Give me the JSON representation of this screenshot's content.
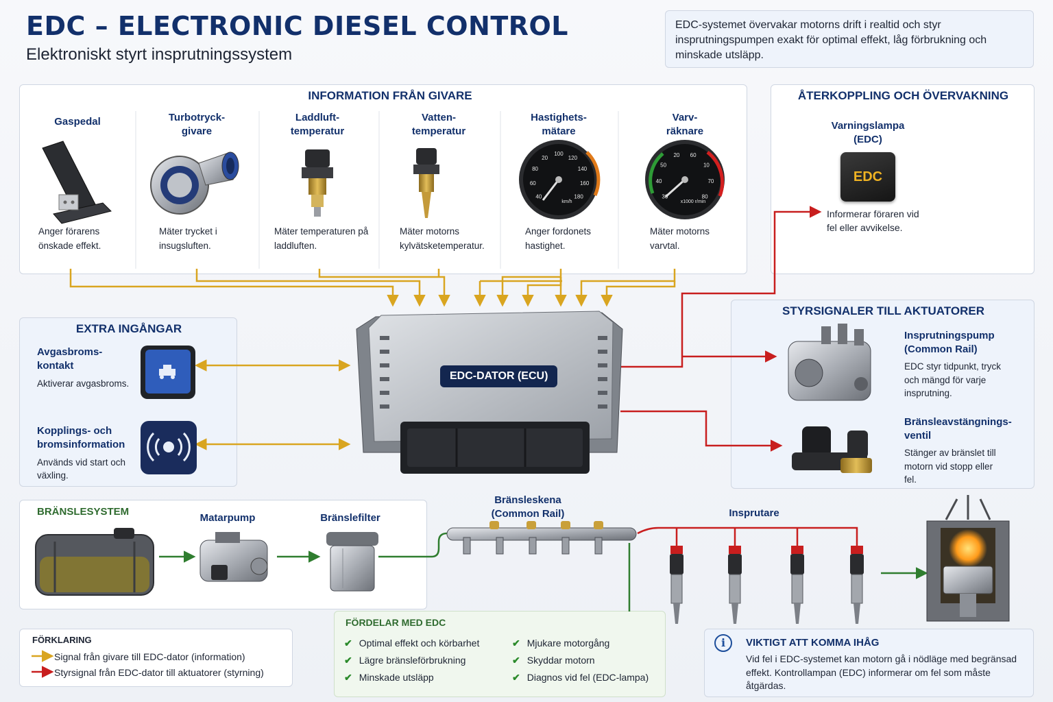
{
  "title": "EDC – ELECTRONIC DIESEL CONTROL",
  "subtitle": "Elektroniskt styrt insprutningssystem",
  "intro": "EDC-systemet övervakar motorns drift i realtid och styr insprutningspumpen exakt för optimal effekt, låg förbrukning och minskade utsläpp.",
  "sensors": {
    "heading": "INFORMATION FRÅN GIVARE",
    "items": [
      {
        "label": "Gaspedal",
        "desc": "Anger förarens önskade effekt."
      },
      {
        "label": "Turbotryck-\ngivare",
        "desc": "Mäter trycket i insugsluften."
      },
      {
        "label": "Laddluft-\ntemperatur",
        "desc": "Mäter temperaturen på laddluften."
      },
      {
        "label": "Vatten-\ntemperatur",
        "desc": "Mäter motorns kylvätsketemperatur."
      },
      {
        "label": "Hastighets-\nmätare",
        "desc": "Anger fordonets hastighet."
      },
      {
        "label": "Varv-\nräknare",
        "desc": "Mäter motorns varvtal."
      }
    ],
    "speedo": {
      "ticks": [
        "40",
        "60",
        "80",
        "20",
        "100",
        "120",
        "140",
        "160",
        "180"
      ],
      "unit": "km/h"
    },
    "tacho": {
      "ticks": [
        "30",
        "40",
        "50",
        "20",
        "60",
        "10",
        "70",
        "80"
      ],
      "unit": "x1000 r/min"
    }
  },
  "feedback": {
    "heading": "ÅTERKOPPLING OCH ÖVERVAKNING",
    "lamp_label": "Varningslampa\n(EDC)",
    "lamp_text": "EDC",
    "desc": "Informerar föraren vid fel eller avvikelse."
  },
  "extra": {
    "heading": "EXTRA INGÅNGAR",
    "items": [
      {
        "label": "Avgasbroms-\nkontakt",
        "desc": "Aktiverar avgasbroms."
      },
      {
        "label": "Kopplings- och bromsinformation",
        "desc": "Används vid start och växling."
      }
    ]
  },
  "ecu": {
    "label": "EDC-DATOR (ECU)"
  },
  "actuators": {
    "heading": "STYRSIGNALER TILL AKTUATORER",
    "items": [
      {
        "label": "Insprutningspump\n(Common Rail)",
        "desc": "EDC styr tidpunkt, tryck och mängd för varje insprutning."
      },
      {
        "label": "Bränsleavstängnings-\nventil",
        "desc": "Stänger av bränslet till motorn vid stopp eller fel."
      }
    ]
  },
  "fuel": {
    "heading": "BRÄNSLESYSTEM",
    "pump": "Matarpump",
    "filter": "Bränslefilter",
    "rail": "Bränsleskena\n(Common Rail)",
    "injectors": "Insprutare"
  },
  "legend": {
    "heading": "FÖRKLARING",
    "items": [
      {
        "text": "Signal från givare till EDC-dator (information)",
        "color": "#d9a520"
      },
      {
        "text": "Styrsignal från EDC-dator till aktuatorer (styrning)",
        "color": "#c81e1e"
      }
    ]
  },
  "benefits": {
    "heading": "FÖRDELAR MED EDC",
    "col1": [
      "Optimal effekt och körbarhet",
      "Lägre bränsleförbrukning",
      "Minskade utsläpp"
    ],
    "col2": [
      "Mjukare motorgång",
      "Skyddar motorn",
      "Diagnos vid fel (EDC-lampa)"
    ]
  },
  "important": {
    "heading": "VIKTIGT ATT KOMMA IHÅG",
    "text": "Vid fel i EDC-systemet kan motorn gå i nödläge med begränsad effekt. Kontrollampan (EDC) informerar om fel som måste åtgärdas."
  },
  "colors": {
    "signal": "#d9a520",
    "control": "#c81e1e",
    "fuel": "#2f7d2f",
    "navy": "#12306b"
  }
}
